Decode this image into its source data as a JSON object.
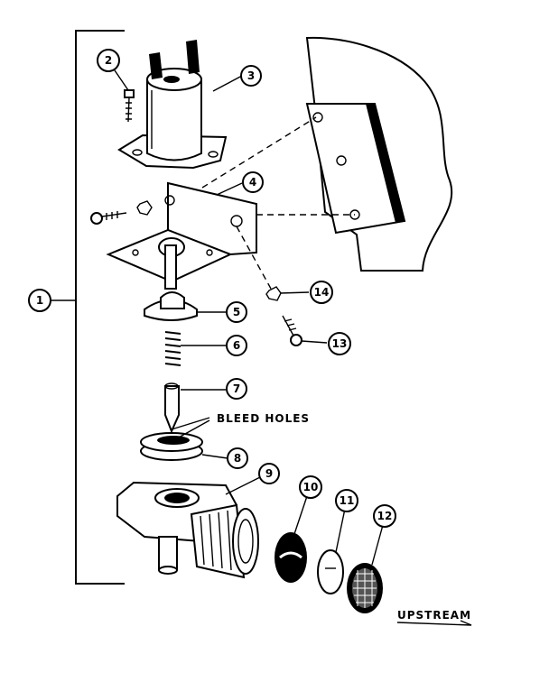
{
  "labels": {
    "bleed_holes": "BLEED HOLES",
    "upstream": "UPSTREAM"
  },
  "callouts": {
    "c1": "1",
    "c2": "2",
    "c3": "3",
    "c4": "4",
    "c5": "5",
    "c6": "6",
    "c7": "7",
    "c8": "8",
    "c9": "9",
    "c10": "10",
    "c11": "11",
    "c12": "12",
    "c13": "13",
    "c14": "14"
  }
}
